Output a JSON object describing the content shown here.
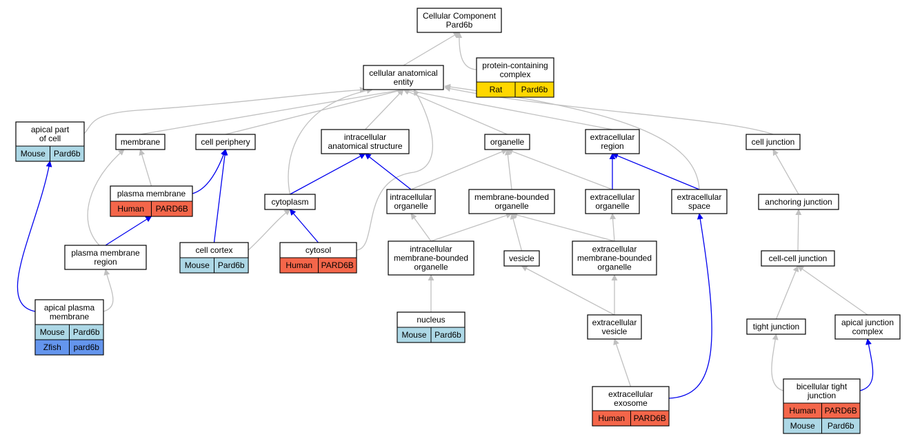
{
  "colors": {
    "gray_edge": "#c0c0c0",
    "blue_edge": "#0000ee",
    "Rat": "#ffd700",
    "Human": "#f4664a",
    "Mouse": "#add8e6",
    "Zfish": "#6495ed"
  },
  "nodes": [
    {
      "id": "root",
      "lines": [
        "Cellular Component",
        "Pard6b"
      ],
      "annotations": []
    },
    {
      "id": "cae",
      "lines": [
        "cellular anatomical",
        "entity"
      ],
      "annotations": []
    },
    {
      "id": "pcc",
      "lines": [
        "protein-containing",
        "complex"
      ],
      "annotations": [
        {
          "species": "Rat",
          "gene": "Pard6b"
        }
      ]
    },
    {
      "id": "apc",
      "lines": [
        "apical part",
        "of cell"
      ],
      "annotations": [
        {
          "species": "Mouse",
          "gene": "Pard6b"
        }
      ]
    },
    {
      "id": "membrane",
      "lines": [
        "membrane"
      ],
      "annotations": []
    },
    {
      "id": "cellper",
      "lines": [
        "cell periphery"
      ],
      "annotations": []
    },
    {
      "id": "ias",
      "lines": [
        "intracellular",
        "anatomical structure"
      ],
      "annotations": []
    },
    {
      "id": "organelle",
      "lines": [
        "organelle"
      ],
      "annotations": []
    },
    {
      "id": "ecr",
      "lines": [
        "extracellular",
        "region"
      ],
      "annotations": []
    },
    {
      "id": "cj",
      "lines": [
        "cell junction"
      ],
      "annotations": []
    },
    {
      "id": "pm",
      "lines": [
        "plasma membrane"
      ],
      "annotations": [
        {
          "species": "Human",
          "gene": "PARD6B"
        }
      ]
    },
    {
      "id": "cytoplasm",
      "lines": [
        "cytoplasm"
      ],
      "annotations": []
    },
    {
      "id": "io",
      "lines": [
        "intracellular",
        "organelle"
      ],
      "annotations": []
    },
    {
      "id": "mbo",
      "lines": [
        "membrane-bounded",
        "organelle"
      ],
      "annotations": []
    },
    {
      "id": "eco",
      "lines": [
        "extracellular",
        "organelle"
      ],
      "annotations": []
    },
    {
      "id": "ecs",
      "lines": [
        "extracellular",
        "space"
      ],
      "annotations": []
    },
    {
      "id": "aj",
      "lines": [
        "anchoring junction"
      ],
      "annotations": []
    },
    {
      "id": "pmr",
      "lines": [
        "plasma membrane",
        "region"
      ],
      "annotations": []
    },
    {
      "id": "cortex",
      "lines": [
        "cell cortex"
      ],
      "annotations": [
        {
          "species": "Mouse",
          "gene": "Pard6b"
        }
      ]
    },
    {
      "id": "cytosol",
      "lines": [
        "cytosol"
      ],
      "annotations": [
        {
          "species": "Human",
          "gene": "PARD6B"
        }
      ]
    },
    {
      "id": "imbo",
      "lines": [
        "intracellular",
        "membrane-bounded",
        "organelle"
      ],
      "annotations": []
    },
    {
      "id": "vesicle",
      "lines": [
        "vesicle"
      ],
      "annotations": []
    },
    {
      "id": "embo",
      "lines": [
        "extracellular",
        "membrane-bounded",
        "organelle"
      ],
      "annotations": []
    },
    {
      "id": "ccj",
      "lines": [
        "cell-cell junction"
      ],
      "annotations": []
    },
    {
      "id": "apm",
      "lines": [
        "apical plasma",
        "membrane"
      ],
      "annotations": [
        {
          "species": "Mouse",
          "gene": "Pard6b"
        },
        {
          "species": "Zfish",
          "gene": "pard6b"
        }
      ]
    },
    {
      "id": "nucleus",
      "lines": [
        "nucleus"
      ],
      "annotations": [
        {
          "species": "Mouse",
          "gene": "Pard6b"
        }
      ]
    },
    {
      "id": "ecv",
      "lines": [
        "extracellular",
        "vesicle"
      ],
      "annotations": []
    },
    {
      "id": "tj",
      "lines": [
        "tight junction"
      ],
      "annotations": []
    },
    {
      "id": "ajc",
      "lines": [
        "apical junction",
        "complex"
      ],
      "annotations": []
    },
    {
      "id": "exo",
      "lines": [
        "extracellular",
        "exosome"
      ],
      "annotations": [
        {
          "species": "Human",
          "gene": "PARD6B"
        }
      ]
    },
    {
      "id": "btj",
      "lines": [
        "bicellular tight",
        "junction"
      ],
      "annotations": [
        {
          "species": "Human",
          "gene": "PARD6B"
        },
        {
          "species": "Mouse",
          "gene": "Pard6b"
        }
      ]
    }
  ],
  "edges": [
    {
      "from": "cae",
      "to": "root",
      "kind": "gray"
    },
    {
      "from": "pcc",
      "to": "root",
      "kind": "gray"
    },
    {
      "from": "apc",
      "to": "cae",
      "kind": "gray"
    },
    {
      "from": "membrane",
      "to": "cae",
      "kind": "gray"
    },
    {
      "from": "cellper",
      "to": "cae",
      "kind": "gray"
    },
    {
      "from": "ias",
      "to": "cae",
      "kind": "gray"
    },
    {
      "from": "organelle",
      "to": "cae",
      "kind": "gray"
    },
    {
      "from": "ecr",
      "to": "cae",
      "kind": "gray"
    },
    {
      "from": "cj",
      "to": "cae",
      "kind": "gray"
    },
    {
      "from": "cytoplasm",
      "to": "cae",
      "kind": "gray"
    },
    {
      "from": "cytosol",
      "to": "cae",
      "kind": "gray"
    },
    {
      "from": "ecs",
      "to": "cae",
      "kind": "gray"
    },
    {
      "from": "pm",
      "to": "membrane",
      "kind": "gray"
    },
    {
      "from": "pmr",
      "to": "membrane",
      "kind": "gray"
    },
    {
      "from": "pm",
      "to": "cellper",
      "kind": "blue"
    },
    {
      "from": "cortex",
      "to": "cellper",
      "kind": "blue"
    },
    {
      "from": "cytoplasm",
      "to": "ias",
      "kind": "blue"
    },
    {
      "from": "io",
      "to": "ias",
      "kind": "blue"
    },
    {
      "from": "io",
      "to": "organelle",
      "kind": "gray"
    },
    {
      "from": "mbo",
      "to": "organelle",
      "kind": "gray"
    },
    {
      "from": "eco",
      "to": "organelle",
      "kind": "gray"
    },
    {
      "from": "eco",
      "to": "ecr",
      "kind": "blue"
    },
    {
      "from": "ecs",
      "to": "ecr",
      "kind": "blue"
    },
    {
      "from": "aj",
      "to": "cj",
      "kind": "gray"
    },
    {
      "from": "pmr",
      "to": "pm",
      "kind": "blue"
    },
    {
      "from": "cortex",
      "to": "cytoplasm",
      "kind": "gray"
    },
    {
      "from": "cytosol",
      "to": "cytoplasm",
      "kind": "blue"
    },
    {
      "from": "imbo",
      "to": "io",
      "kind": "gray"
    },
    {
      "from": "imbo",
      "to": "mbo",
      "kind": "gray"
    },
    {
      "from": "vesicle",
      "to": "mbo",
      "kind": "gray"
    },
    {
      "from": "embo",
      "to": "mbo",
      "kind": "gray"
    },
    {
      "from": "embo",
      "to": "eco",
      "kind": "gray"
    },
    {
      "from": "ccj",
      "to": "aj",
      "kind": "gray"
    },
    {
      "from": "apm",
      "to": "apc",
      "kind": "blue"
    },
    {
      "from": "apm",
      "to": "pmr",
      "kind": "gray"
    },
    {
      "from": "nucleus",
      "to": "imbo",
      "kind": "gray"
    },
    {
      "from": "ecv",
      "to": "vesicle",
      "kind": "gray"
    },
    {
      "from": "ecv",
      "to": "embo",
      "kind": "gray"
    },
    {
      "from": "tj",
      "to": "ccj",
      "kind": "gray"
    },
    {
      "from": "ajc",
      "to": "ccj",
      "kind": "gray"
    },
    {
      "from": "exo",
      "to": "ecv",
      "kind": "gray"
    },
    {
      "from": "exo",
      "to": "ecs",
      "kind": "blue"
    },
    {
      "from": "btj",
      "to": "tj",
      "kind": "gray"
    },
    {
      "from": "btj",
      "to": "ajc",
      "kind": "blue"
    }
  ]
}
